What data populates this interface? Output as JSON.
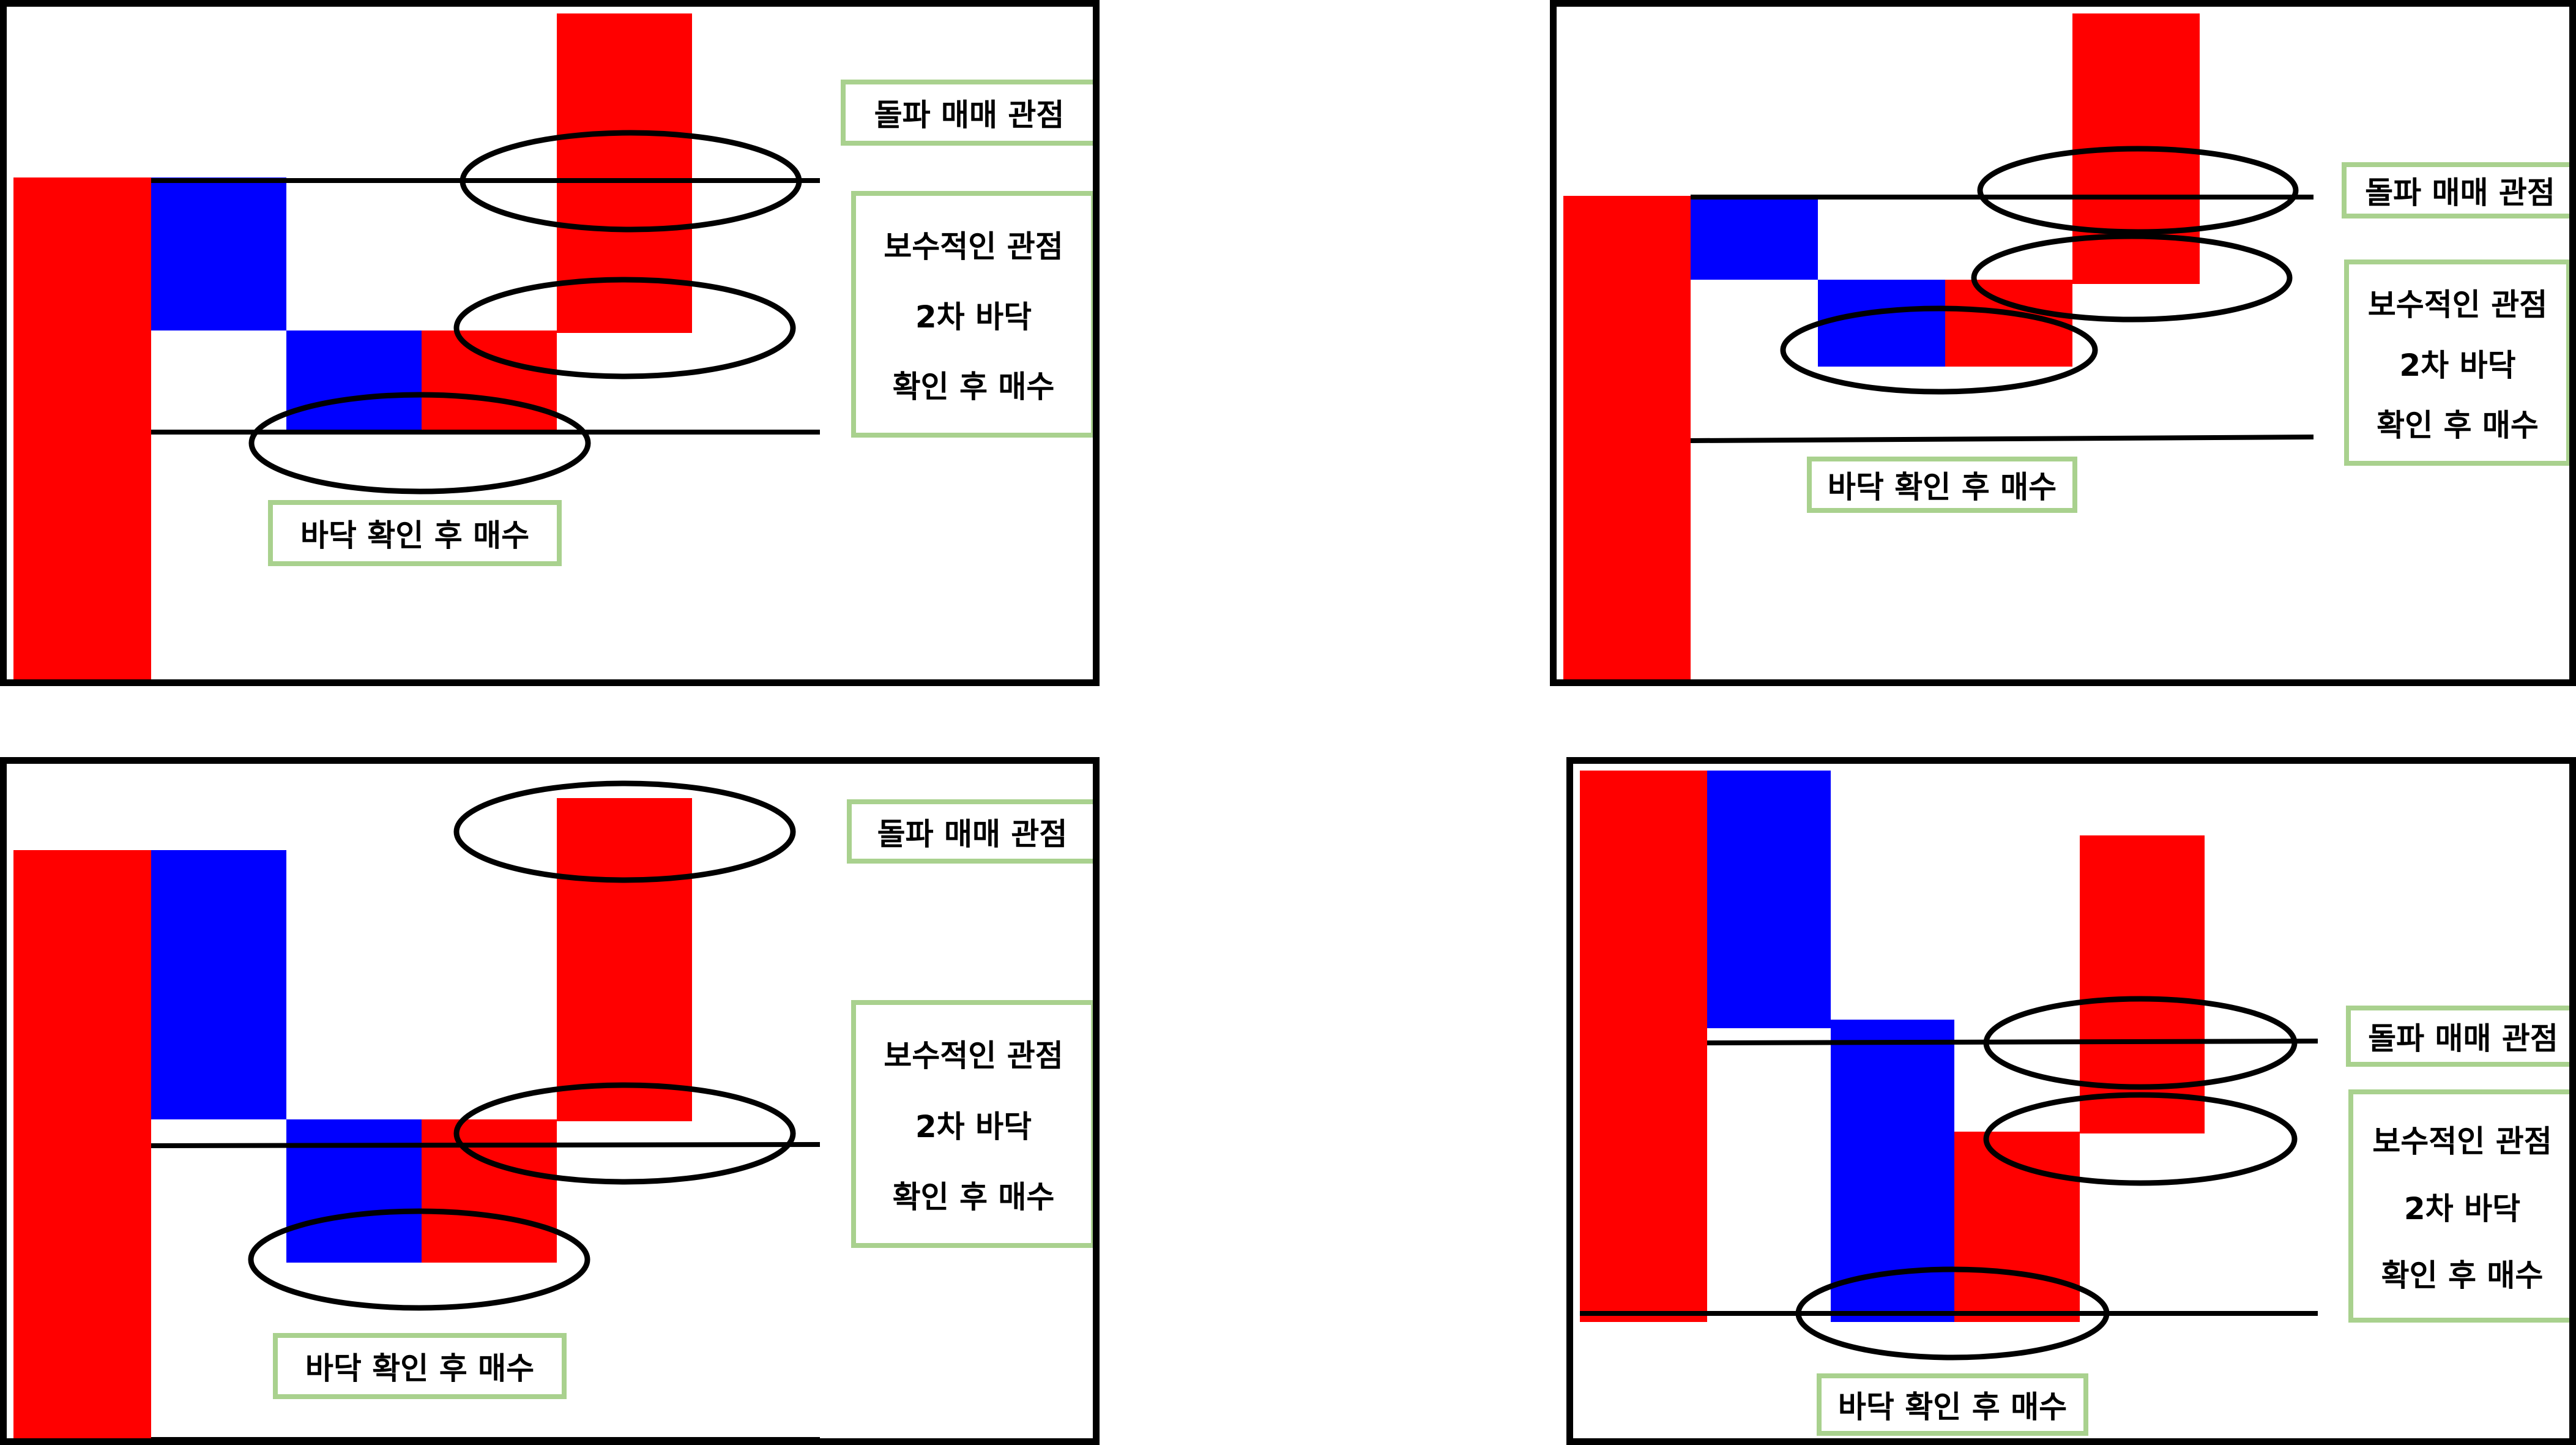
{
  "colors": {
    "bullish": "#ff0000",
    "bearish": "#0000ff",
    "line": "#000000",
    "ellipse": "#000000",
    "label_border": "#a9d18e",
    "panel_border": "#000000"
  },
  "labels": {
    "breakout": "돌파 매매 관점",
    "conservative_line1": "보수적인 관점",
    "conservative_line2": "2차 바닥",
    "conservative_line3": "확인 후 매수",
    "bottom_buy": "바닥 확인 후 매수"
  },
  "panels": [
    {
      "position": "top-left",
      "candles": [
        "bullish",
        "bearish",
        "bearish",
        "bullish",
        "bullish"
      ],
      "annotations": [
        "breakout",
        "conservative",
        "bottom_buy"
      ]
    },
    {
      "position": "top-right",
      "candles": [
        "bullish",
        "bearish",
        "bearish",
        "bullish",
        "bullish"
      ],
      "annotations": [
        "breakout",
        "conservative",
        "bottom_buy"
      ]
    },
    {
      "position": "bottom-left",
      "candles": [
        "bullish",
        "bearish",
        "bearish",
        "bullish",
        "bullish"
      ],
      "annotations": [
        "breakout",
        "conservative",
        "bottom_buy"
      ]
    },
    {
      "position": "bottom-right",
      "candles": [
        "bullish",
        "bearish",
        "bearish",
        "bullish",
        "bullish"
      ],
      "annotations": [
        "breakout",
        "conservative",
        "bottom_buy"
      ]
    }
  ]
}
